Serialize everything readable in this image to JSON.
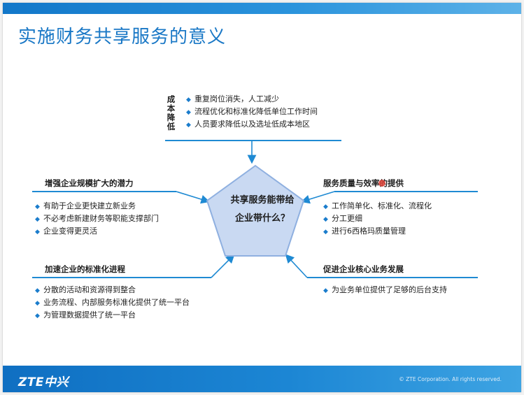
{
  "slide": {
    "title": "实施财务共享服务的意义",
    "center_question": [
      "共享服务能带给",
      "企业带什么？"
    ]
  },
  "sections": {
    "cost": {
      "title": "成本降低",
      "items": [
        "重复岗位消失，人工减少",
        "流程优化和标准化降低单位工作时间",
        "人员要求降低以及选址低成本地区"
      ]
    },
    "scale": {
      "title": "增强企业规模扩大的潜力",
      "items": [
        "有助于企业更快建立新业务",
        "不必考虑新建财务等职能支撑部门",
        "企业变得更灵活"
      ]
    },
    "quality": {
      "title": "服务质量与效率的提供",
      "items": [
        "工作简单化、标准化、流程化",
        "分工更细",
        "进行6西格玛质量管理"
      ]
    },
    "standard": {
      "title": "加速企业的标准化进程",
      "items": [
        "分散的活动和资源得到整合",
        "业务流程、内部服务标准化提供了统一平台",
        "为管理数据提供了统一平台"
      ]
    },
    "core": {
      "title": "促进企业核心业务发展",
      "items": [
        "为业务单位提供了足够的后台支持"
      ]
    }
  },
  "footer": {
    "logo": "ZTE中兴",
    "copyright": "© ZTE Corporation. All rights reserved."
  },
  "colors": {
    "accent": "#1a78c6",
    "pentagon": "#c9d9f2",
    "pentagon_border": "#8fb0e0"
  }
}
